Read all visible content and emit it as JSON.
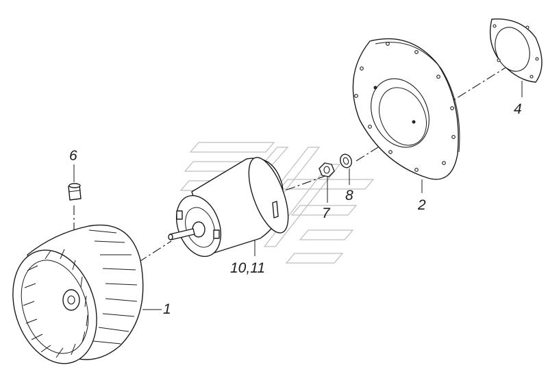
{
  "callouts": {
    "impeller": "1",
    "flange_plate": "2",
    "gasket": "4",
    "cap": "6",
    "nut": "7",
    "washer": "8",
    "motor": "10,11"
  }
}
